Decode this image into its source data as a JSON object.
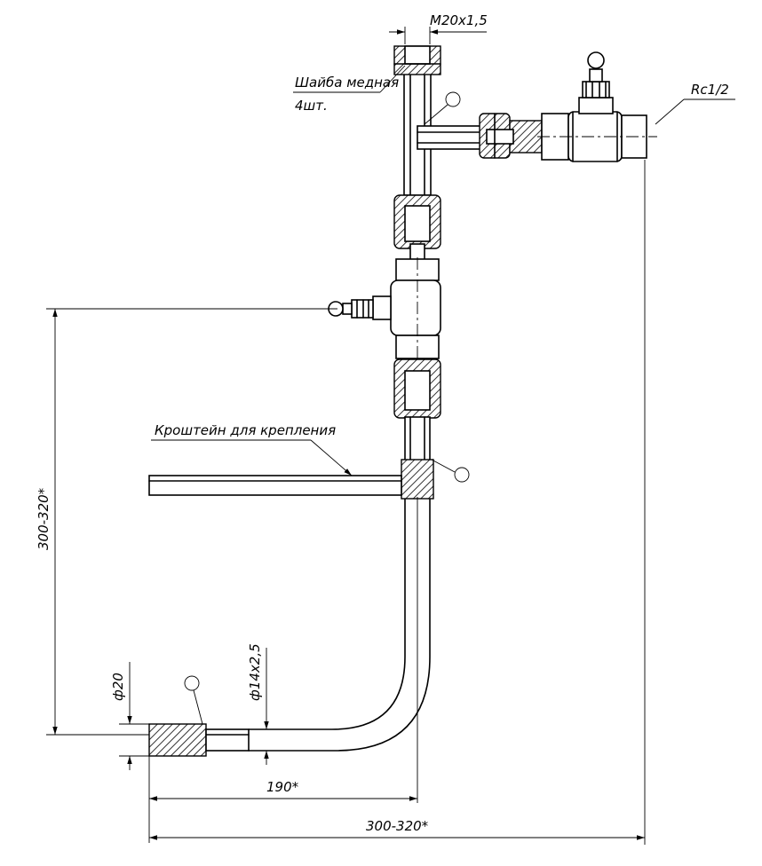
{
  "labels": {
    "thread": "M20x1,5",
    "washer_line1": "Шайба медная",
    "washer_line2": "4шт.",
    "port_thread": "Rc1/2",
    "bracket": "Кроштейн для крепления",
    "height_dim": "300-320*",
    "diam_20": "ф20",
    "tube_size": "ф14x2,5",
    "length_190": "190*",
    "width_dim": "300-320*"
  }
}
